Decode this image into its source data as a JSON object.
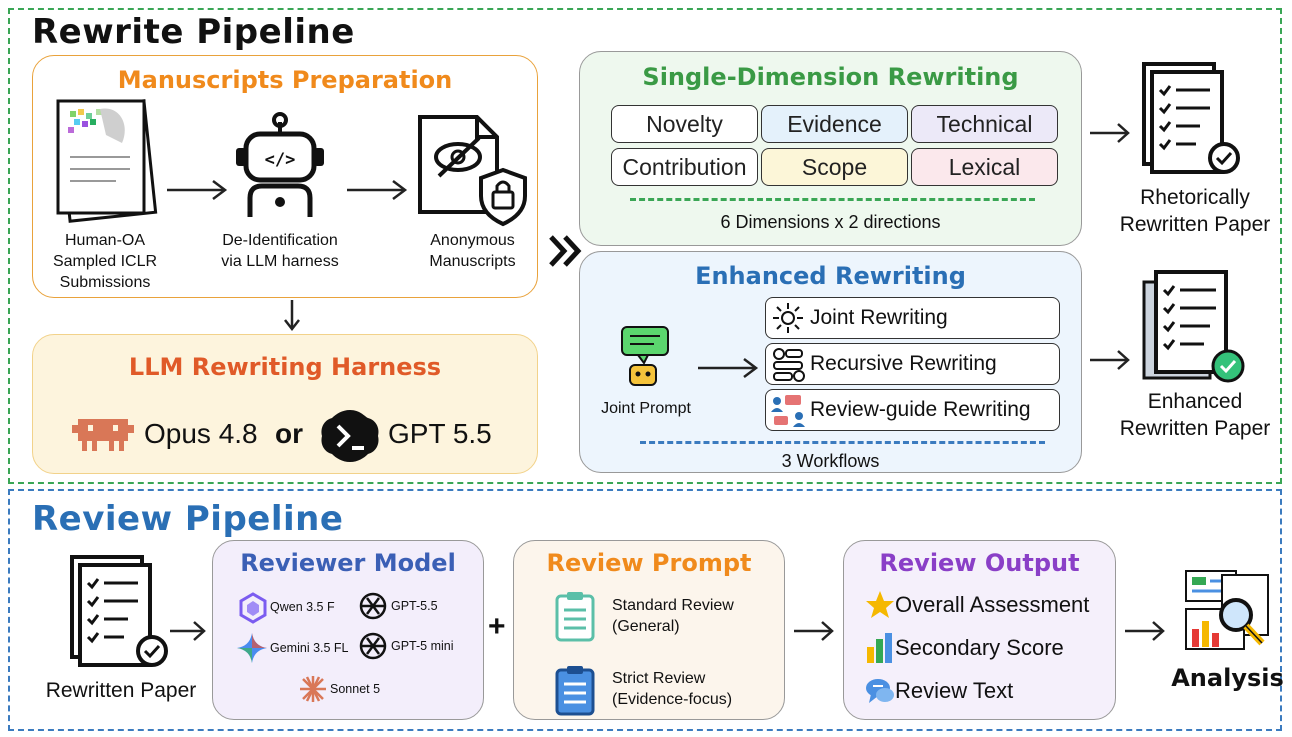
{
  "rewrite_pipeline": {
    "title": "Rewrite Pipeline",
    "prep": {
      "title": "Manuscripts Preparation",
      "step1": [
        "Human-OA",
        "Sampled ICLR",
        "Submissions"
      ],
      "step2": [
        "De-Identification",
        "via LLM harness"
      ],
      "step3": [
        "Anonymous",
        "Manuscripts"
      ]
    },
    "harness": {
      "title": "LLM Rewriting Harness",
      "model_a": "Opus 4.8",
      "or": "or",
      "model_b": "GPT 5.5"
    },
    "single": {
      "title": "Single-Dimension Rewriting",
      "dimensions": [
        "Novelty",
        "Evidence",
        "Technical",
        "Contribution",
        "Scope",
        "Lexical"
      ],
      "caption": "6  Dimensions x 2 directions",
      "output": [
        "Rhetorically",
        "Rewritten Paper"
      ]
    },
    "enhanced": {
      "title": "Enhanced Rewriting",
      "prompt_label": "Joint Prompt",
      "workflows": [
        "Joint Rewriting",
        "Recursive Rewriting",
        "Review-guide Rewriting"
      ],
      "caption": "3 Workflows",
      "output": [
        "Enhanced",
        "Rewritten Paper"
      ]
    }
  },
  "review_pipeline": {
    "title": "Review Pipeline",
    "input_label": "Rewritten Paper",
    "reviewer": {
      "title": "Reviewer Model",
      "models": [
        "Qwen 3.5 F",
        "GPT-5.5",
        "Gemini 3.5 FL",
        "GPT-5 mini",
        "Sonnet 5"
      ]
    },
    "plus": "+",
    "prompt": {
      "title": "Review Prompt",
      "standard": [
        "Standard Review",
        "(General)"
      ],
      "strict": [
        "Strict Review",
        "(Evidence-focus)"
      ]
    },
    "output": {
      "title": "Review Output",
      "items": [
        "Overall Assessment",
        "Secondary Score",
        "Review Text"
      ]
    },
    "analysis": "Analysis"
  },
  "colors": {
    "green_border": "#3aa655",
    "blue_border": "#3b7bbf",
    "orange_title": "#f08a1c",
    "red_title": "#e05a28",
    "green_title": "#3a9a45",
    "blue_title": "#2a6fb5",
    "purple_title": "#8a3fc7"
  },
  "icons": [
    "paper-icon",
    "robot-icon",
    "anonymous-doc-icon",
    "claude-icon",
    "openai-icon",
    "checklist-paper-icon",
    "chat-robot-icon",
    "star-icon",
    "bar-chart-icon",
    "chat-bubble-icon",
    "analysis-icon"
  ]
}
